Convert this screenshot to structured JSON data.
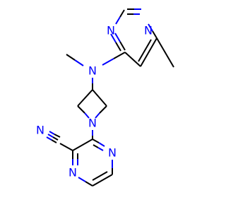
{
  "molecule": {
    "atoms": {
      "nitrile_n": "N",
      "pyrimidine_n_top": "N",
      "pyrimidine_n_right": "N",
      "amine_n": "N",
      "pyrazine_n_upper": "N",
      "pyrazine_n_lower": "N",
      "azetidine_n": "N"
    },
    "colors": {
      "bond": "#000000",
      "nitrogen": "#0000ff",
      "background": "#ffffff"
    }
  }
}
